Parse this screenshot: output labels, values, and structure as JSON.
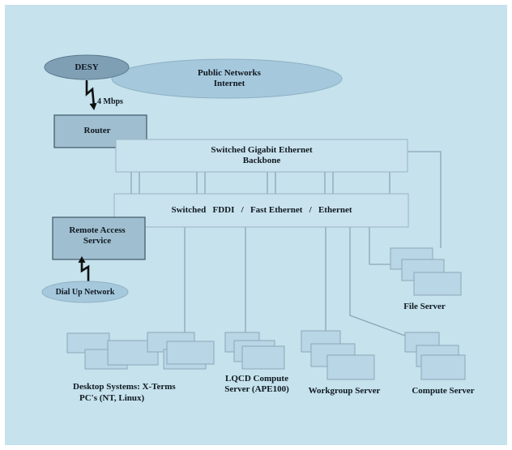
{
  "nodes": {
    "desy": "DESY",
    "public_networks": [
      "Public Networks",
      "Internet"
    ],
    "link_speed": "4 Mbps",
    "router": "Router",
    "gigabit_backbone": [
      "Switched Gigabit Ethernet",
      "Backbone"
    ],
    "fddi_backbone": "Switched   FDDI   /   Fast Ethernet   /   Ethernet",
    "remote_access": [
      "Remote Access",
      "Service"
    ],
    "dial_up": "Dial Up Network",
    "file_server": "File Server",
    "desktop_systems": [
      "Desktop Systems: X-Terms",
      "PC's (NT, Linux)"
    ],
    "lqcd_server": [
      "LQCD Compute",
      "Server (APE100)"
    ],
    "workgroup_server": "Workgroup Server",
    "compute_server": "Compute Server"
  },
  "colors": {
    "background": "#c5e2ed",
    "box_fill": "#b8d6e6",
    "router_fill": "#9fbfd0",
    "ellipse_fill": "#a5c8dc",
    "desy_fill": "#7f9fb5",
    "line": "#7f9aad"
  }
}
